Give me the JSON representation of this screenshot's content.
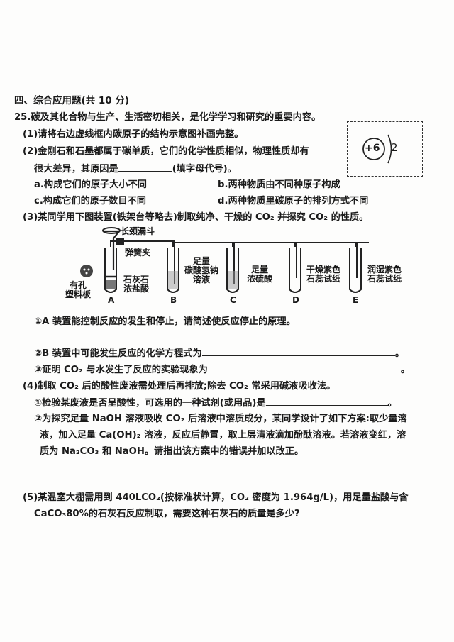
{
  "section_title": "四、综合应用题(共 10 分)",
  "q25": {
    "stem": "25.碳及其化合物与生产、生活密切相关，是化学学习和研究的重要内容。",
    "p1": "(1)请将右边虚线框内碳原子的结构示意图补画完整。",
    "atom": {
      "nucleus": "+6",
      "shell": "2"
    },
    "p2_line1": "(2)金刚石和石墨都属于碳单质，它们的化学性质相似，物理性质却有",
    "p2_line2_a": "很大差异，其原因是",
    "p2_line2_b": "(填字母代号)。",
    "options": {
      "a": "a.构成它们的原子大小不同",
      "b": "b.两种物质由不同种原子构成",
      "c": "c.构成它们的原子数目不同",
      "d": "d.两种物质里碳原子的排列方式不同"
    },
    "p3": "(3)某同学用下图装置(铁架台等略去)制取纯净、干燥的 CO₂ 并探究 CO₂ 的性质。",
    "apparatus": {
      "funnel": "长颈漏斗",
      "clamp": "弹簧夹",
      "plate": [
        "有孔",
        "塑料板"
      ],
      "reagent_a": [
        "石灰石",
        "浓盐酸"
      ],
      "reagent_b": [
        "足量",
        "碳酸氢钠",
        "溶液"
      ],
      "reagent_c": [
        "足量",
        "浓硫酸"
      ],
      "reagent_d": [
        "干燥紫色",
        "石蕊试纸"
      ],
      "reagent_e": [
        "润湿紫色",
        "石蕊试纸"
      ],
      "tube_letters": [
        "A",
        "B",
        "C",
        "D",
        "E"
      ]
    },
    "p3_q1": "①A 装置能控制反应的发生和停止，请简述使反应停止的原理。",
    "p3_q2": "②B 装置中可能发生反应的化学方程式为",
    "p3_q2_end": "。",
    "p3_q3": "③证明 CO₂ 与水发生了反应的实验现象为",
    "p3_q3_end": "。",
    "p4": "(4)制取 CO₂ 后的酸性废液需处理后再排放;除去 CO₂ 常采用碱液吸收法。",
    "p4_q1": "①检验某废液是否呈酸性，可选用的一种试剂(或用品)是",
    "p4_q1_end": "。",
    "p4_q2_line1": "②为探究足量 NaOH 溶液吸收 CO₂ 后溶液中溶质成分，某同学设计了如下方案:取少量溶",
    "p4_q2_line2": "液，加入足量 Ca(OH)₂ 溶液，反应后静置，取上层清液滴加酚酞溶液。若溶液变红，溶",
    "p4_q2_line3": "质为 Na₂CO₃ 和 NaOH。请指出该方案中的错误并加以改正。",
    "p5_line1": "(5)某温室大棚需用到 440LCO₂(按标准状计算，CO₂ 密度为 1.964g/L)，用足量盐酸与含",
    "p5_line2": "CaCO₃80%的石灰石反应制取，需要这种石灰石的质量是多少?"
  }
}
